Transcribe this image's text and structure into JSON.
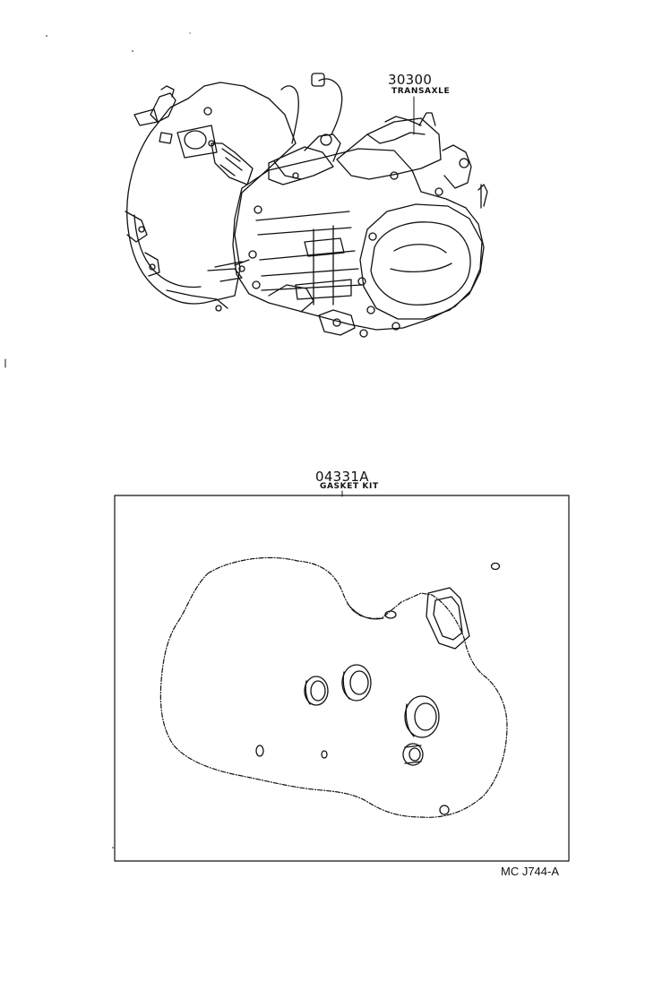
{
  "parts": {
    "transaxle": {
      "number": "30300",
      "name": "TRANSAXLE"
    },
    "gasket_kit": {
      "number": "04331A",
      "name": "GASKET KIT"
    }
  },
  "footer": {
    "reference": "MC J744-A"
  },
  "colors": {
    "ink": "#111111",
    "background": "#ffffff"
  }
}
